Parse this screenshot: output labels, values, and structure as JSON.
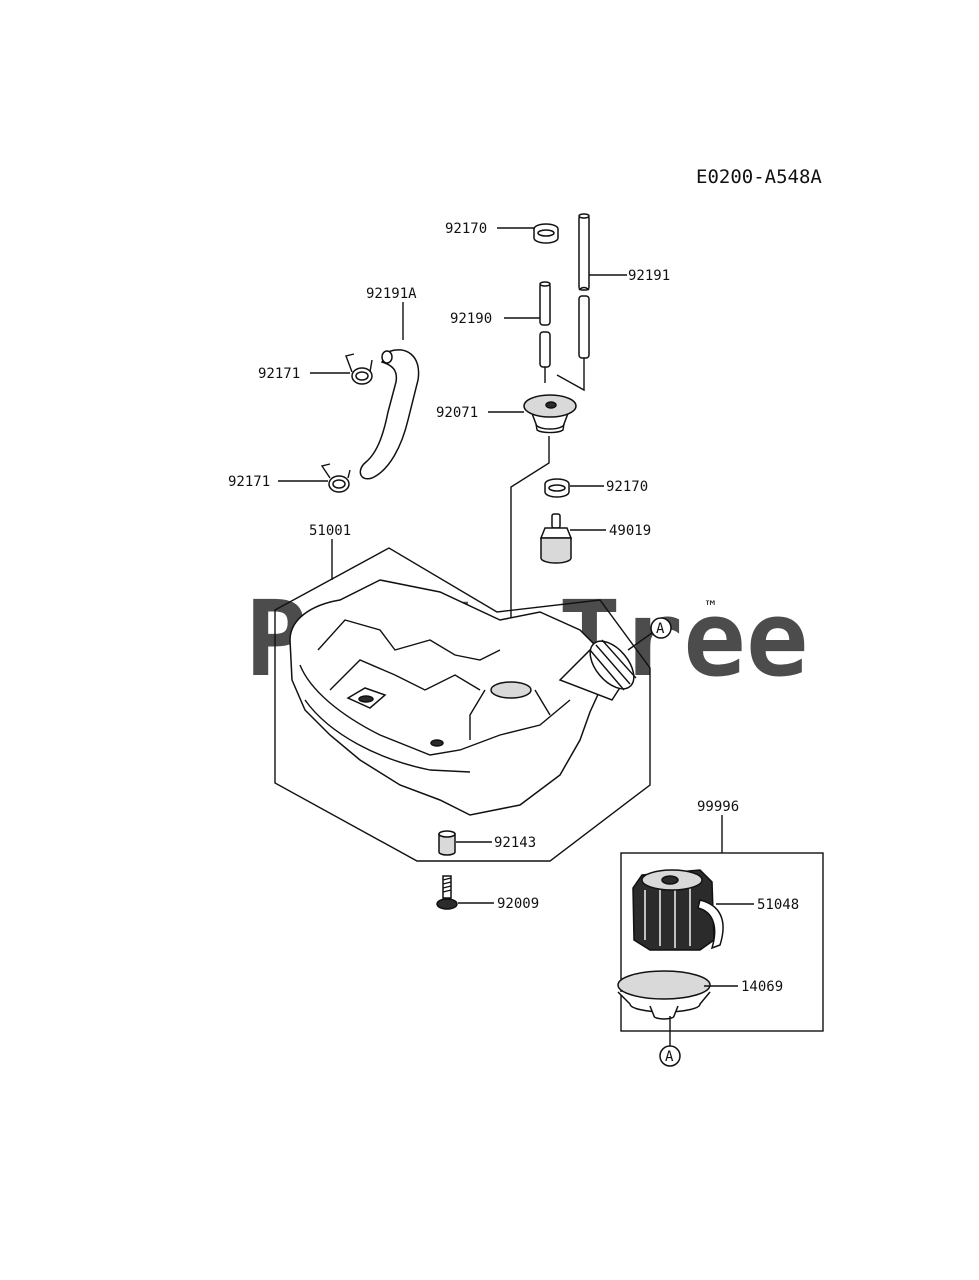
{
  "diagram": {
    "code": "E0200-A548A",
    "watermark": "PartsTree",
    "trademark": "™",
    "callout_letter": "A",
    "parts": {
      "p92170_top": "92170",
      "p92191": "92191",
      "p92191A": "92191A",
      "p92190": "92190",
      "p92171_top": "92171",
      "p92071": "92071",
      "p92171_bottom": "92171",
      "p92170_mid": "92170",
      "p49019": "49019",
      "p51001": "51001",
      "p92143": "92143",
      "p92009": "92009",
      "p99996": "99996",
      "p51048": "51048",
      "p14069": "14069"
    }
  }
}
